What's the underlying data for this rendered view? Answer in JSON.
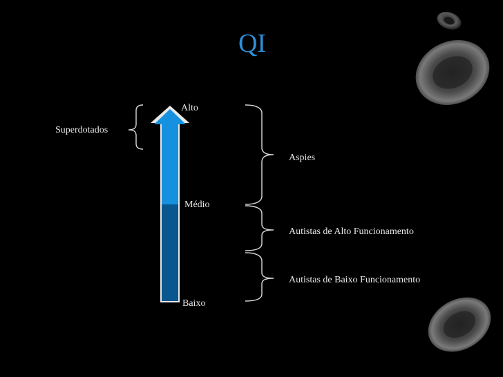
{
  "slide": {
    "title": "QI",
    "title_color": "#2e8fd8",
    "scale_labels": {
      "high": "Alto",
      "mid": "Médio",
      "low": "Baixo"
    },
    "left_group": "Superdotados",
    "right_groups": [
      "Aspies",
      "Autistas de Alto Funcionamento",
      "Autistas de Baixo Funcionamento"
    ],
    "colors": {
      "arrow_upper": "#1691e0",
      "arrow_lower": "#08588f",
      "arrow_outline": "#e8e8e8",
      "bracket": "#d8d8d8",
      "text": "#e6e6e6"
    },
    "decorations": [
      "blood-cell-icon"
    ]
  }
}
